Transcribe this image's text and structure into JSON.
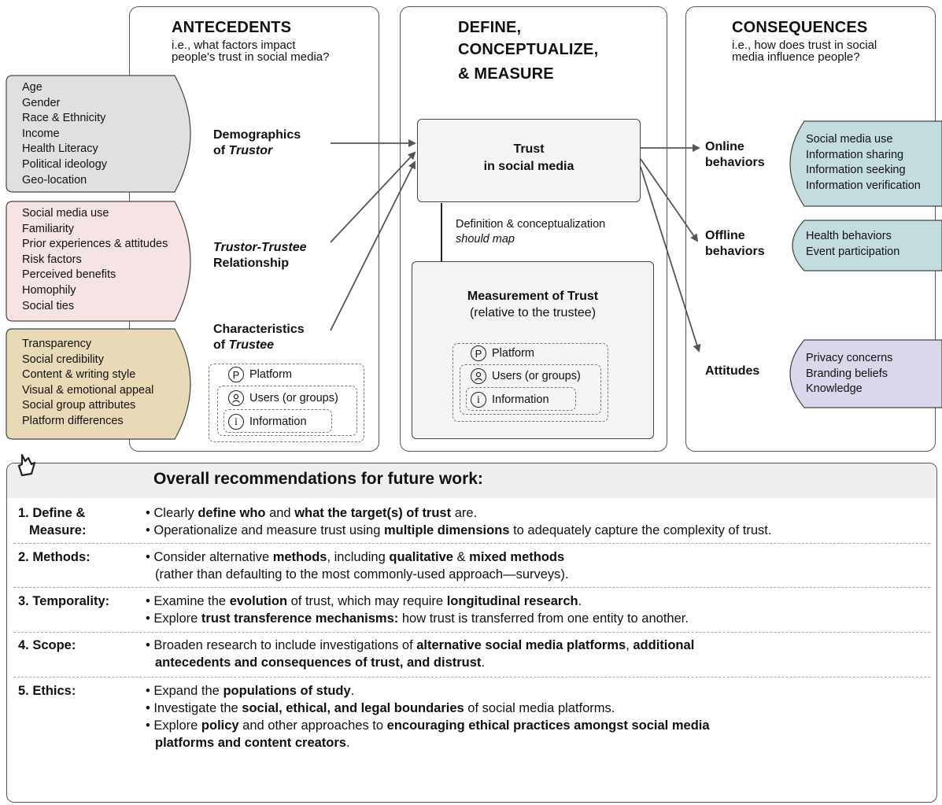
{
  "antecedents": {
    "title": "ANTECEDENTS",
    "subtitle_line1": "i.e., what factors impact",
    "subtitle_line2": "people's trust in social media?",
    "demographics": {
      "label1": "Demographics",
      "label2_prefix": "of ",
      "label2_italic": "Trustor",
      "items": [
        "Age",
        "Gender",
        "Race & Ethnicity",
        "Income",
        "Health Literacy",
        "Political ideology",
        "Geo-location"
      ],
      "color": "#e0e0e0"
    },
    "relationship": {
      "label1_italic": "Trustor-Trustee",
      "label2": "Relationship",
      "items": [
        "Social media use",
        "Familiarity",
        "Prior experiences & attitudes",
        "Risk factors",
        "Perceived benefits",
        "Homophily",
        "Social ties"
      ],
      "color": "#f6e3e3"
    },
    "characteristics": {
      "label1": "Characteristics",
      "label2_prefix": "of ",
      "label2_italic": "Trustee",
      "items": [
        "Transparency",
        "Social credibility",
        "Content & writing style",
        "Visual & emotional appeal",
        "Social group attributes",
        "Platform differences"
      ],
      "color": "#e8d9b7"
    },
    "targets": {
      "platform": "Platform",
      "users": "Users (or groups)",
      "information": "Information",
      "platform_icon": "P",
      "users_icon": "person-circle-icon",
      "information_icon": "info-circle-icon"
    }
  },
  "define": {
    "title_line1": "DEFINE,",
    "title_line2": "CONCEPTUALIZE,",
    "title_line3": "& MEASURE",
    "trust_box_line1": "Trust",
    "trust_box_line2": "in social media",
    "mapping_line1": "Definition & conceptualization",
    "mapping_line2": "should map",
    "measurement_title": "Measurement of Trust",
    "measurement_sub": "(relative to the trustee)",
    "targets": {
      "platform": "Platform",
      "users": "Users (or groups)",
      "information": "Information"
    }
  },
  "consequences": {
    "title": "CONSEQUENCES",
    "subtitle_line1": "i.e., how does trust in social",
    "subtitle_line2": "media influence people?",
    "online": {
      "label1": "Online",
      "label2": "behaviors",
      "items": [
        "Social media use",
        "Information sharing",
        "Information seeking",
        "Information verification"
      ],
      "color": "#c3dcdd"
    },
    "offline": {
      "label1": "Offline",
      "label2": "behaviors",
      "items": [
        "Health behaviors",
        "Event participation"
      ],
      "color": "#c3dcdd"
    },
    "attitudes": {
      "label": "Attitudes",
      "items": [
        "Privacy concerns",
        "Branding beliefs",
        "Knowledge"
      ],
      "color": "#dcd6ec"
    }
  },
  "recommendations": {
    "title": "Overall recommendations for future work:",
    "icon": "hand-pointer-icon",
    "rows": [
      {
        "label1": "1. Define &",
        "label2": "Measure:"
      },
      {
        "label1": "2. Methods:"
      },
      {
        "label1": "3. Temporality:"
      },
      {
        "label1": "4. Scope:"
      },
      {
        "label1": "5. Ethics:"
      }
    ],
    "r1b1": [
      "Clearly ",
      "define who",
      " and ",
      "what the target(s) of trust",
      " are."
    ],
    "r1b2": [
      "Operationalize and measure trust using ",
      "multiple dimensions",
      " to adequately capture the complexity of trust."
    ],
    "r2b1": [
      "Consider alternative ",
      "methods",
      ", including ",
      "qualitative",
      " & ",
      "mixed methods"
    ],
    "r2b1_cont": "(rather than defaulting to the most commonly-used approach—surveys).",
    "r3b1": [
      "Examine the ",
      "evolution",
      " of trust, which may require ",
      "longitudinal research",
      "."
    ],
    "r3b2": [
      "Explore ",
      "trust transference mechanisms:",
      " how trust is transferred from one entity to another."
    ],
    "r4b1": [
      "Broaden research to include investigations of ",
      "alternative social media platforms",
      ", ",
      "additional"
    ],
    "r4b1_cont": [
      "antecedents and consequences of trust, and distrust",
      "."
    ],
    "r5b1": [
      "Expand the ",
      "populations of study",
      "."
    ],
    "r5b2": [
      "Investigate the ",
      "social, ethical, and legal boundaries",
      " of social media platforms."
    ],
    "r5b3": [
      "Explore ",
      "policy",
      " and other approaches to ",
      "encouraging ethical practices amongst social media"
    ],
    "r5b3_cont": [
      "platforms and content creators",
      "."
    ]
  }
}
